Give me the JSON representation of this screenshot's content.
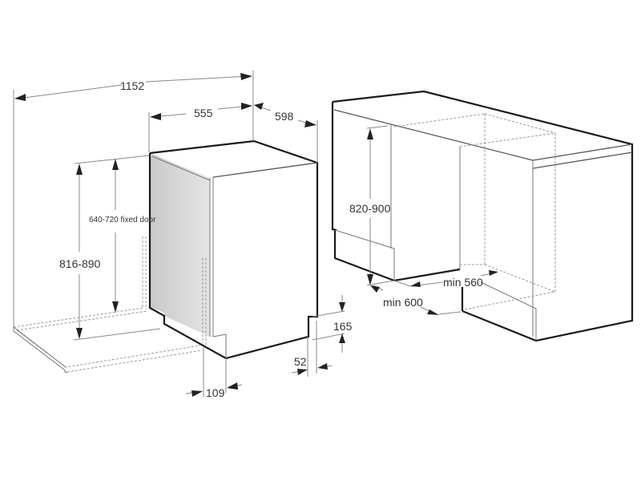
{
  "diagram": {
    "title": "Built-in dishwasher installation dimensions",
    "colors": {
      "outline": "#1a1a1a",
      "dimension_line": "#888888",
      "door_panel_fill": "#d6d6d6",
      "background": "#ffffff"
    },
    "left_view": {
      "description": "Dishwasher with fixed door panel",
      "dimensions": {
        "total_depth_door_open": "1152",
        "depth": "555",
        "width": "598",
        "height_range": "816-890",
        "fixed_door_height": "640-720 fixed door",
        "plinth_height": "165",
        "plinth_recess": "52",
        "door_offset": "109"
      }
    },
    "right_view": {
      "description": "Kitchen cabinet niche",
      "dimensions": {
        "niche_height": "820-900",
        "niche_width": "min 600",
        "niche_depth": "min 560"
      }
    }
  }
}
